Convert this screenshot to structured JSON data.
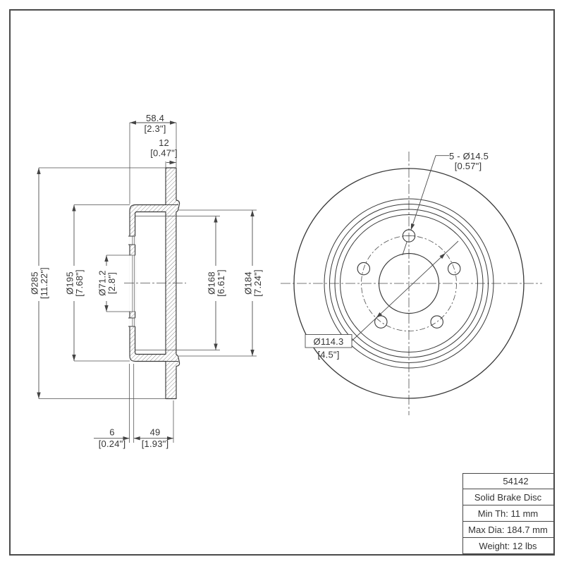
{
  "drawing": {
    "type": "Solid Brake Disc engineering drawing",
    "line_color": "#3a3a3a",
    "dim_color": "#4d4d4d",
    "dims": {
      "overall_width": {
        "mm": "58.4",
        "in": "[2.3\"]"
      },
      "disc_thickness": {
        "mm": "12",
        "in": "[0.47\"]"
      },
      "outer_dia": {
        "mm": "Ø285",
        "in": "[11.22\"]"
      },
      "flange_dia": {
        "mm": "Ø195",
        "in": "[7.68\"]"
      },
      "center_bore": {
        "mm": "Ø71.2",
        "in": "[2.8\"]"
      },
      "inner_dia": {
        "mm": "Ø168",
        "in": "[6.61\"]"
      },
      "drum_dia": {
        "mm": "Ø184",
        "in": "[7.24\"]"
      },
      "face_thickness": {
        "mm": "6",
        "in": "[0.24\"]"
      },
      "hat_depth": {
        "mm": "49",
        "in": "[1.93\"]"
      },
      "bolt_holes": {
        "mm": "5 - Ø14.5",
        "in": "[0.57\"]"
      },
      "bolt_circle": {
        "mm": "Ø114.3",
        "in": "[4.5\"]"
      }
    },
    "title_block": {
      "part_number": "54142",
      "description": "Solid Brake Disc",
      "min_thickness": "Min Th: 11 mm",
      "max_diameter": "Max Dia: 184.7 mm",
      "weight": "Weight: 12 lbs"
    }
  }
}
